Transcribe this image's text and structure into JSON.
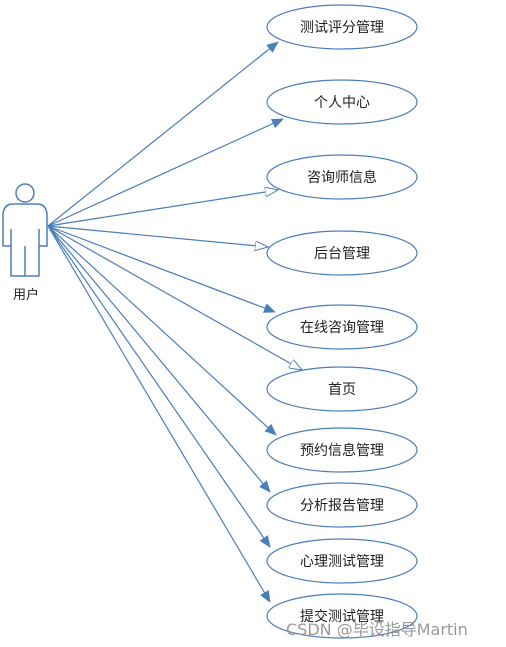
{
  "actor": {
    "label": "用户"
  },
  "use_cases": [
    "测试评分管理",
    "个人中心",
    "咨询师信息",
    "后台管理",
    "在线咨询管理",
    "首页",
    "预约信息管理",
    "分析报告管理",
    "心理测试管理",
    "提交测试管理"
  ],
  "watermark": "CSDN @毕设指导Martin",
  "colors": {
    "stroke": "#4a7ebb",
    "text": "#1f1f1f",
    "watermark": "#8f8f8f"
  }
}
